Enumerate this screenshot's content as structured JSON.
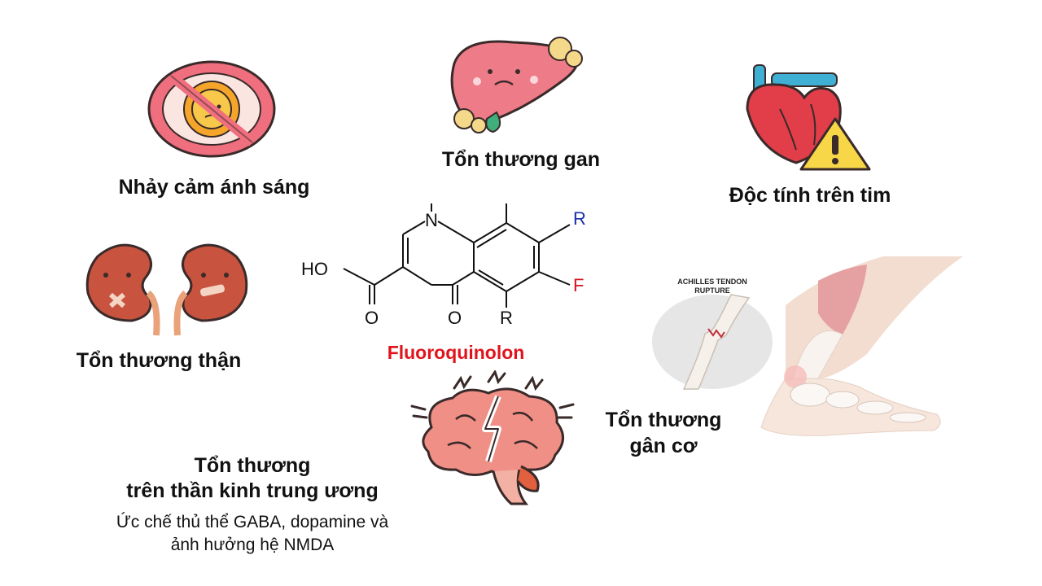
{
  "labels": {
    "photosensitivity": "Nhảy cảm ánh sáng",
    "liver": "Tổn thương gan",
    "heart": "Độc tính trên tim",
    "kidney": "Tổn thương thận",
    "tendon_line1": "Tổn thương",
    "tendon_line2": "gân cơ",
    "cns_line1": "Tổn thương",
    "cns_line2": "trên thần kinh trung ương",
    "cns_detail_line1": "Ức chế thủ thể GABA, dopamine và",
    "cns_detail_line2": "ảnh hưởng hệ NMDA"
  },
  "molecule": {
    "name": "Fluoroquinolon",
    "name_color": "#e0141c",
    "atom_N": "N",
    "atom_R1": "R",
    "atom_R2": "R",
    "atom_F": "F",
    "atom_HO": "HO",
    "atom_O1": "O",
    "atom_O2": "O",
    "r_color": "#1a2fa8",
    "f_color": "#d4141c"
  },
  "tendon_inset": {
    "line1": "ACHILLES TENDON",
    "line2": "RUPTURE"
  },
  "icons": [
    "sun-forbidden-icon",
    "sick-liver-icon",
    "heart-warning-icon",
    "sick-kidney-icon",
    "brain-lightning-icon",
    "achilles-foot-icon"
  ]
}
